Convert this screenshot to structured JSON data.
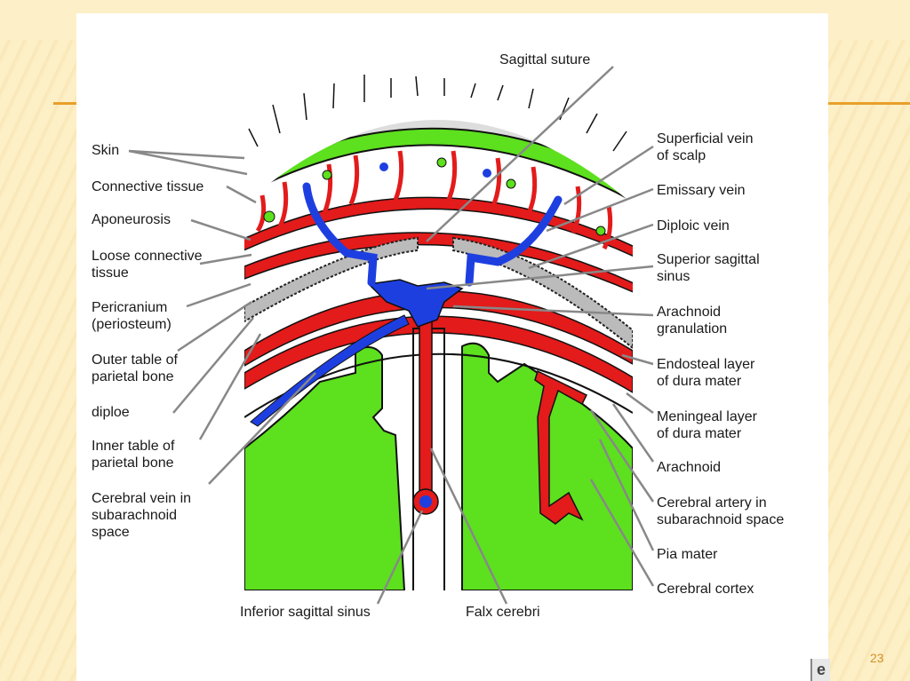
{
  "slide": {
    "page_number": "23",
    "colors": {
      "background": "#fdefc6",
      "accent_rule": "#e8a02a",
      "panel": "#ffffff",
      "cortex_green": "#5de01e",
      "artery_red": "#e31b1b",
      "vein_blue": "#1e3fe0",
      "outline": "#111111"
    }
  },
  "diagram": {
    "title": "Coronal section of scalp, skull and meninges at the sagittal suture",
    "labels_left": [
      {
        "id": "skin",
        "text": "Skin"
      },
      {
        "id": "connective-tissue",
        "text": "Connective tissue"
      },
      {
        "id": "aponeurosis",
        "text": "Aponeurosis"
      },
      {
        "id": "loose-connective-tissue",
        "text": "Loose connective\ntissue"
      },
      {
        "id": "pericranium",
        "text": "Pericranium\n(periosteum)"
      },
      {
        "id": "outer-table",
        "text": "Outer table of\nparietal bone"
      },
      {
        "id": "diploe",
        "text": "diploe"
      },
      {
        "id": "inner-table",
        "text": "Inner table of\nparietal bone"
      },
      {
        "id": "cerebral-vein",
        "text": "Cerebral vein in\nsubarachnoid\nspace"
      }
    ],
    "labels_right": [
      {
        "id": "superficial-vein",
        "text": "Superficial vein\nof scalp"
      },
      {
        "id": "emissary-vein",
        "text": "Emissary vein"
      },
      {
        "id": "diploic-vein",
        "text": "Diploic vein"
      },
      {
        "id": "superior-sagittal-sinus",
        "text": "Superior sagittal\nsinus"
      },
      {
        "id": "arachnoid-granulation",
        "text": "Arachnoid\ngranulation"
      },
      {
        "id": "endosteal-dura",
        "text": "Endosteal layer\nof dura mater"
      },
      {
        "id": "meningeal-dura",
        "text": "Meningeal layer\nof dura mater"
      },
      {
        "id": "arachnoid",
        "text": "Arachnoid"
      },
      {
        "id": "cerebral-artery",
        "text": "Cerebral artery in\nsubarachnoid space"
      },
      {
        "id": "pia-mater",
        "text": "Pia mater"
      },
      {
        "id": "cerebral-cortex",
        "text": "Cerebral cortex"
      }
    ],
    "labels_top": [
      {
        "id": "sagittal-suture",
        "text": "Sagittal suture"
      }
    ],
    "labels_bottom": [
      {
        "id": "inferior-sagittal-sinus",
        "text": "Inferior sagittal sinus"
      },
      {
        "id": "falx-cerebri",
        "text": "Falx cerebri"
      }
    ]
  }
}
